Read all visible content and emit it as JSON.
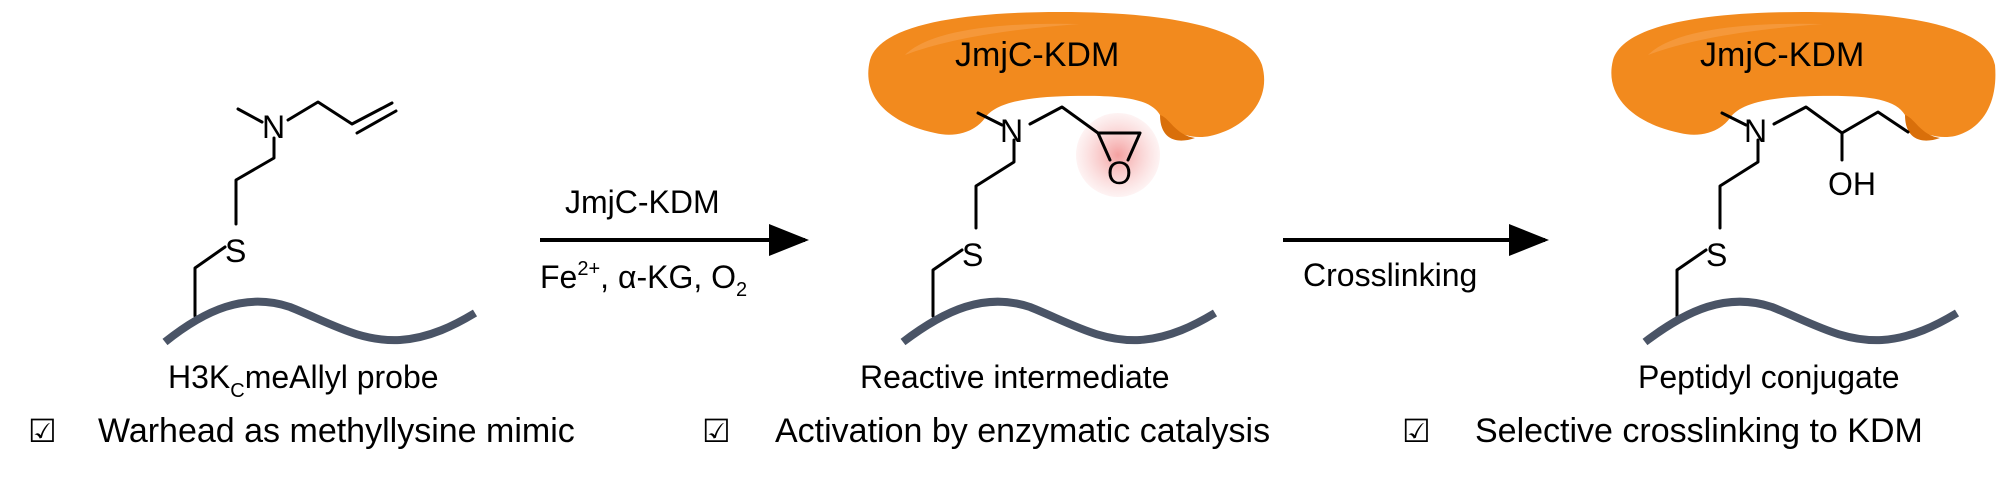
{
  "probe": {
    "label_prefix": "H3K",
    "label_sub": "C",
    "label_suffix": "meAllyl probe",
    "atom_n": "N",
    "atom_s": "S"
  },
  "step1": {
    "enzyme": "JmjC-KDM",
    "cofactors_a": "Fe",
    "cofactors_a_sup": "2+",
    "cofactors_b": ", α-KG, O",
    "cofactors_b_sub": "2"
  },
  "intermediate": {
    "enzyme_label": "JmjC-KDM",
    "label": "Reactive intermediate",
    "atom_n": "N",
    "atom_s": "S",
    "atom_o": "O"
  },
  "step2": {
    "label": "Crosslinking"
  },
  "conjugate": {
    "enzyme_label": "JmjC-KDM",
    "label": "Peptidyl conjugate",
    "atom_n": "N",
    "atom_s": "S",
    "atom_oh": "OH"
  },
  "checks": [
    {
      "box": "☑",
      "text": "Warhead as methyllysine mimic"
    },
    {
      "box": "☑",
      "text": "Activation by enzymatic catalysis"
    },
    {
      "box": "☑",
      "text": "Selective crosslinking to KDM"
    }
  ],
  "colors": {
    "enzyme_orange": "#f28a1e",
    "enzyme_shadow": "#d96f0a",
    "peptide_slate": "#4a5466",
    "epoxide_glow": "#f6a0a0"
  }
}
